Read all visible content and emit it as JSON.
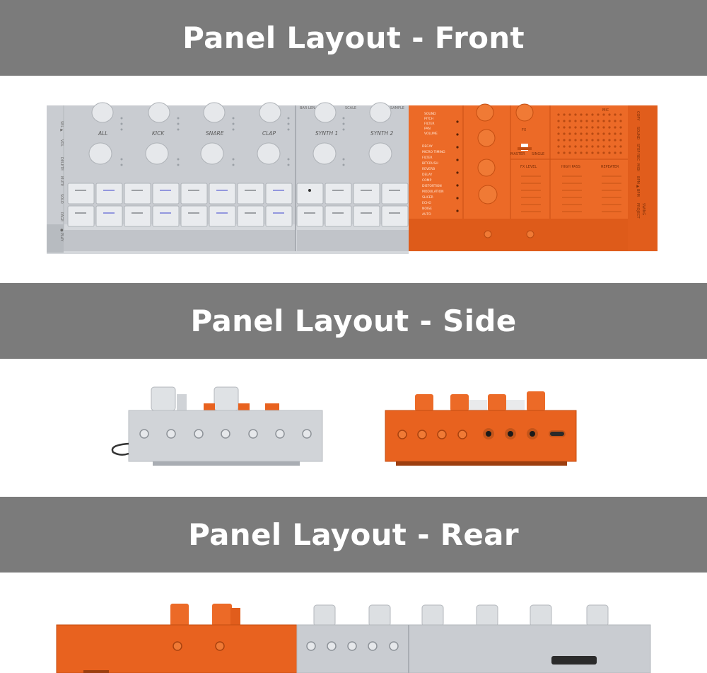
{
  "sections": {
    "front": {
      "title": "Panel Layout - Front"
    },
    "side": {
      "title": "Panel Layout - Side"
    },
    "rear": {
      "title": "Panel Layout - Rear"
    }
  },
  "front_panel": {
    "track_labels": [
      "ALL",
      "KICK",
      "SNARE",
      "CLAP"
    ],
    "synth_labels": [
      "SYNTH 1",
      "SYNTH 2"
    ],
    "header_labels": [
      "BAR LEN",
      "SCALE",
      "SAMPLE"
    ],
    "left_rail": [
      "SEL ▲",
      "VOL",
      "DELETE",
      "MUTE",
      "SOLO",
      "PAGE",
      "● PLAY"
    ],
    "param_menu": [
      "SOUND",
      "PITCH",
      "FILTER",
      "PAN",
      "VOLUME"
    ],
    "fx_menu": [
      "DECAY",
      "MICRO TIMING",
      "FILTER",
      "BITCRUSH",
      "REVERB",
      "DELAY",
      "COMP",
      "DISTORTION",
      "MODULATION",
      "SLICER",
      "ECHO",
      "NOISE",
      "AUTO"
    ],
    "fx_knob_label": "FX",
    "switch_labels": [
      "MASTER",
      "SINGLE"
    ],
    "mic_label": "MIC",
    "fader_labels": [
      "FX LEVEL",
      "HIGH PASS",
      "REPEATER"
    ],
    "right_rail": [
      "COPY",
      "SOUND",
      "STEP REC",
      "MIDI",
      "BPM ▲",
      "BPM",
      "PROJECT",
      "SWING"
    ]
  },
  "colors": {
    "banner": "#7b7b7b",
    "grey_body": "#c4c7cc",
    "orange_body": "#e8621f",
    "white": "#ffffff"
  }
}
